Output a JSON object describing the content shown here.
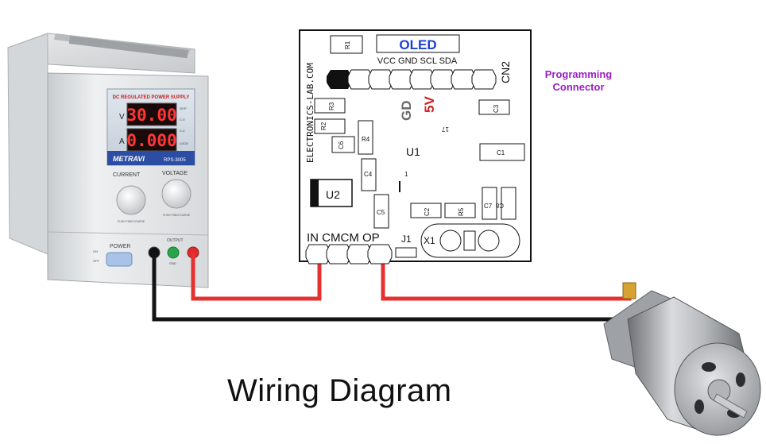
{
  "caption": "Wiring Diagram",
  "programming_connector": {
    "line1": "Programming",
    "line2": "Connector"
  },
  "power_supply": {
    "panel_title": "DC REGULATED POWER SUPPLY",
    "voltage_letter": "V",
    "current_letter": "A",
    "voltage_display": "30.00",
    "current_display": "0.000",
    "brand": "METRAVI",
    "model": "RPS-3005",
    "current_label": "CURRENT",
    "voltage_label": "VOLTAGE",
    "power_label": "POWER",
    "output_label": "OUTPUT",
    "gnd_label": "GND",
    "side_labels": [
      "OCP",
      "C.V",
      "C.C",
      "LOCK"
    ],
    "knob_sub": "PUSH FINE/COARSE",
    "switch_on": "ON",
    "switch_off": "OFF"
  },
  "pcb": {
    "vertical_text": "ELECTRONICS-LAB.COM",
    "oled_label": "OLED",
    "oled_pins": "VCC GND SCL SDA",
    "cn2": "CN2",
    "gd": "GD",
    "fivev": "5V",
    "u1": "U1",
    "u2": "U2",
    "j1": "J1",
    "x1": "X1",
    "seventeen": "17",
    "pin1": "1",
    "bottom_header": "IN CMCM OP",
    "components": {
      "r1": "R1",
      "r2": "R2",
      "r3": "R3",
      "r4": "R4",
      "r5": "R5",
      "c1": "C1",
      "c2": "C2",
      "c3": "C3",
      "c4": "C4",
      "c5": "C5",
      "c6": "C6",
      "c7": "C7",
      "c8": "C8"
    }
  },
  "colors": {
    "wire_red": "#e5312f",
    "wire_black": "#141414",
    "prog_purple": "#9b1fc0",
    "oled_blue": "#1a3fd6",
    "fivev_red": "#d11f1f"
  }
}
